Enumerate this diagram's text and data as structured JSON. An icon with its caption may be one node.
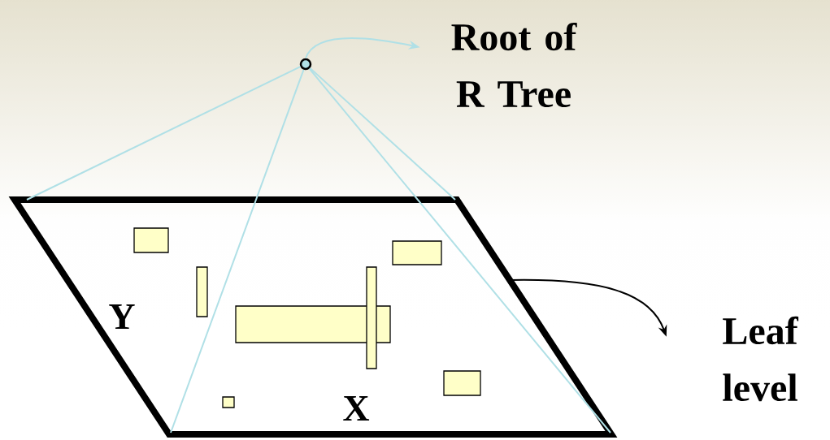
{
  "diagram": {
    "nodes": [
      {
        "text": [],
        "shape": "circle"
      },
      {
        "text": [
          "Root of R Tree"
        ]
      },
      {
        "text": [],
        "shape": "parallelogram"
      },
      {
        "text": [
          "Leaf level"
        ]
      }
    ],
    "edges": [
      {
        "from": 0,
        "to": 1,
        "arrow": "to"
      },
      {
        "from": 0,
        "to": 2,
        "arrow": "none"
      },
      {
        "from": 0,
        "to": 2,
        "arrow": "none"
      },
      {
        "from": 0,
        "to": 2,
        "arrow": "none"
      },
      {
        "from": 0,
        "to": 2,
        "arrow": "none"
      },
      {
        "from": 2,
        "to": 3,
        "arrow": "to",
        "color": "#000000"
      }
    ],
    "labels": [
      "Y",
      "X"
    ]
  }
}
